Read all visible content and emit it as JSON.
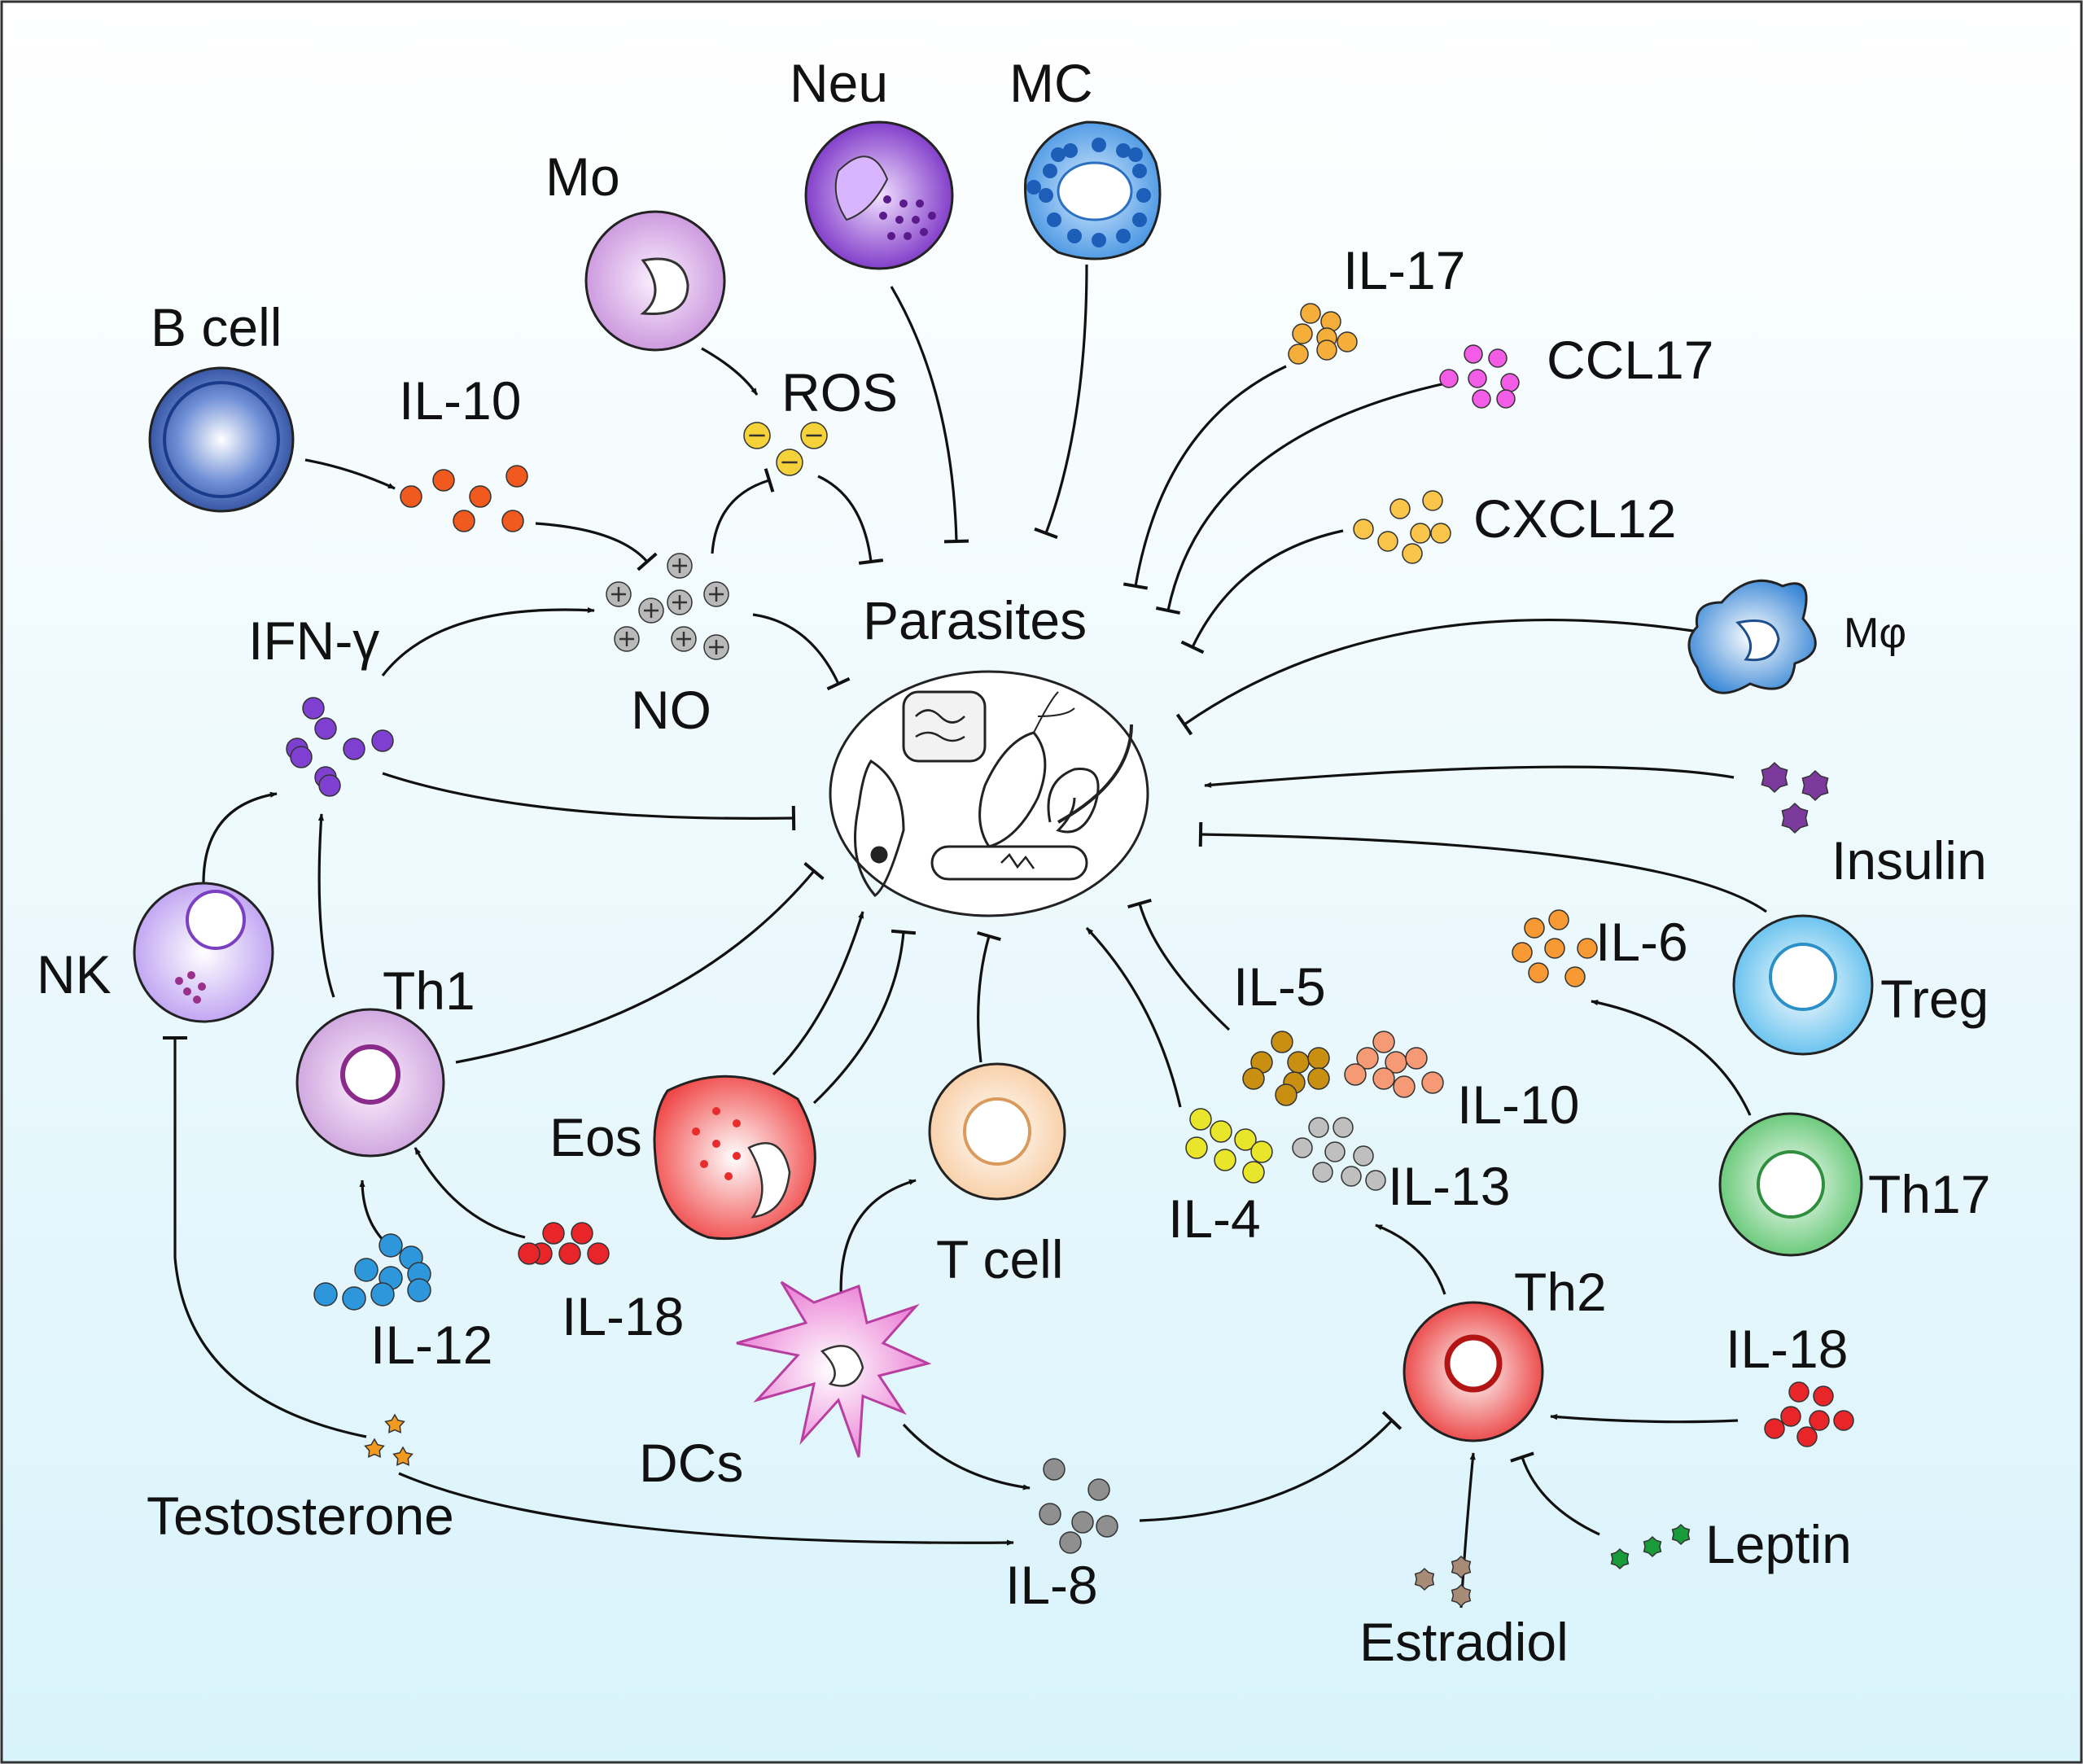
{
  "center": {
    "label": "Parasites"
  },
  "cells": {
    "b_cell": "B cell",
    "mo": "Mo",
    "neu": "Neu",
    "mc": "MC",
    "nk": "NK",
    "th1": "Th1",
    "eos": "Eos",
    "t_cell": "T cell",
    "dcs": "DCs",
    "th2": "Th2",
    "treg": "Treg",
    "th17": "Th17",
    "macrophage": "Mφ"
  },
  "molecules": {
    "il10_top": "IL-10",
    "ros": "ROS",
    "no": "NO",
    "ifn_gamma": "IFN-γ",
    "il17": "IL-17",
    "ccl17": "CCL17",
    "cxcl12": "CXCL12",
    "insulin": "Insulin",
    "il6": "IL-6",
    "il5": "IL-5",
    "il10_right": "IL-10",
    "il4": "IL-4",
    "il13": "IL-13",
    "il12": "IL-12",
    "il18_left": "IL-18",
    "il18_right": "IL-18",
    "testosterone": "Testosterone",
    "il8": "IL-8",
    "estradiol": "Estradiol",
    "leptin": "Leptin"
  },
  "colors": {
    "background_top": "#ffffff",
    "background_bottom": "#d9f3fb",
    "il10": "#f05a1e",
    "ros": "#f6d23a",
    "no": "#b9b9b9",
    "ifn_gamma": "#7f3fd0",
    "il17": "#f6ae3a",
    "ccl17": "#f35ce6",
    "cxcl12": "#f8c44a",
    "insulin": "#7b3a9c",
    "il6": "#f79a34",
    "il5": "#c98f10",
    "il10_right": "#f59a74",
    "il4": "#e8e52a",
    "il13": "#bfbfbf",
    "il12": "#2e97db",
    "il18": "#e8262a",
    "testosterone": "#f29a1e",
    "il8": "#8f8f8f",
    "estradiol": "#a78b76",
    "leptin": "#1a9b3a"
  }
}
